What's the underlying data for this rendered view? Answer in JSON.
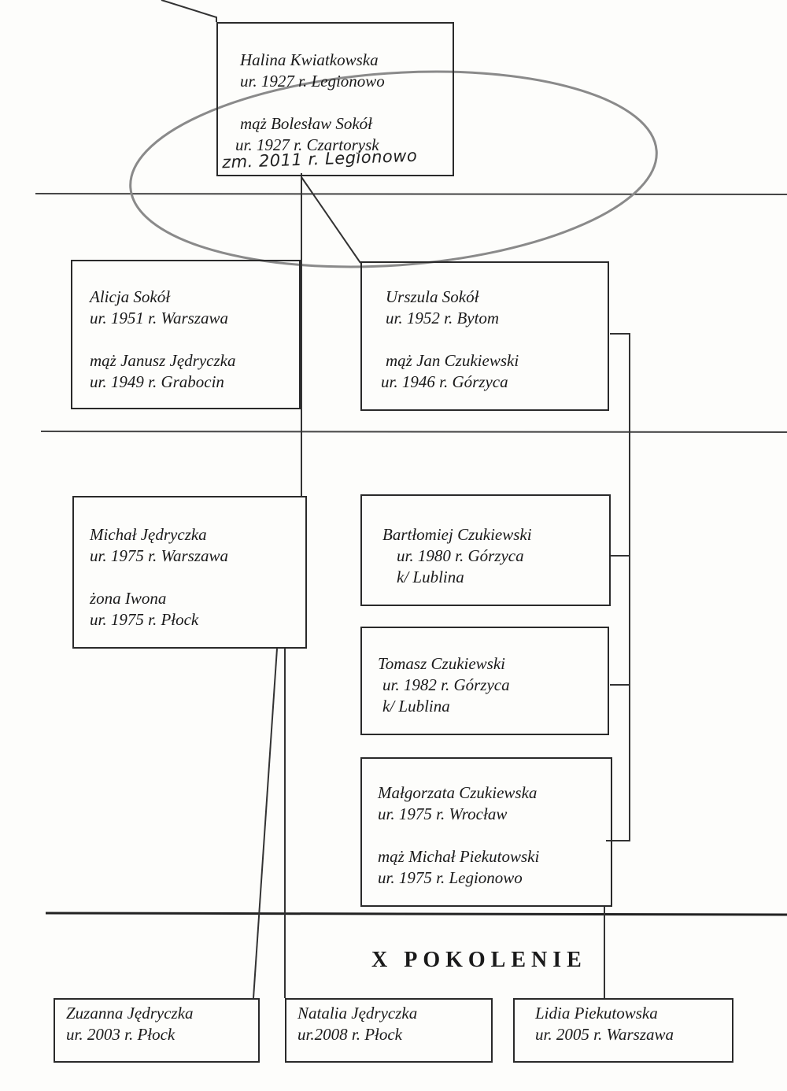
{
  "root": {
    "name": "Halina Kwiatkowska",
    "born": "ur. 1927 r. Legionowo",
    "spouse": "mąż Bolesław Sokół",
    "spouse_born": "ur. 1927 r. Czartorysk",
    "handwritten_note": "zm. 2011 r. Legionowo"
  },
  "generation_2": [
    {
      "name": "Alicja Sokół",
      "born": "ur. 1951 r. Warszawa",
      "spouse": "mąż Janusz Jędryczka",
      "spouse_born": "ur. 1949 r. Grabocin"
    },
    {
      "name": "Urszula Sokół",
      "born": "ur. 1952 r. Bytom",
      "spouse": "mąż Jan Czukiewski",
      "spouse_born": "ur. 1946 r. Górzyca"
    }
  ],
  "generation_3": {
    "michal": {
      "name": "Michał Jędryczka",
      "born": "ur. 1975 r. Warszawa",
      "spouse": "żona Iwona",
      "spouse_born": "ur. 1975 r. Płock"
    },
    "bartlomiej": {
      "name": "Bartłomiej Czukiewski",
      "born": "ur. 1980 r. Górzyca",
      "place_note": "k/ Lublina"
    },
    "tomasz": {
      "name": "Tomasz Czukiewski",
      "born": "ur. 1982 r.  Górzyca",
      "place_note": "k/ Lublina"
    },
    "malgorzata": {
      "name": "Małgorzata Czukiewska",
      "born": "ur. 1975 r. Wrocław",
      "spouse": "mąż Michał Piekutowski",
      "spouse_born": "ur. 1975 r. Legionowo"
    }
  },
  "generation_label": "X POKOLENIE",
  "generation_4": [
    {
      "name": "Zuzanna Jędryczka",
      "born": "ur. 2003 r. Płock"
    },
    {
      "name": "Natalia Jędryczka",
      "born": "ur.2008 r. Płock"
    },
    {
      "name": "Lidia Piekutowska",
      "born": "ur. 2005 r. Warszawa"
    }
  ],
  "colors": {
    "ink": "#1a1a1a",
    "pencil_oval": "#8a8a8a"
  }
}
